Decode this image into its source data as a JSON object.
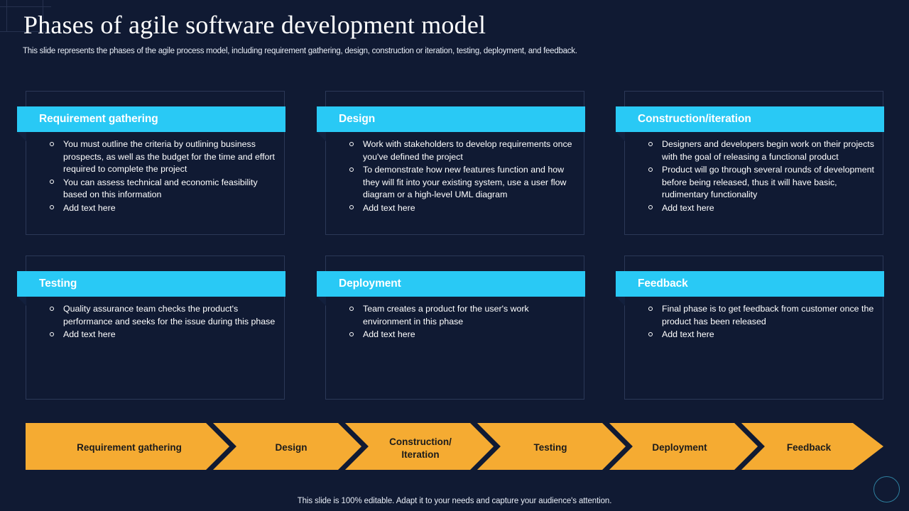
{
  "header": {
    "title": "Phases of agile software development model",
    "subtitle": "This slide represents the phases of the agile process model, including requirement gathering, design, construction or iteration, testing, deployment, and feedback."
  },
  "colors": {
    "background": "#101a33",
    "banner": "#29c9f5",
    "chevron": "#f5ab32",
    "chevron_text": "#1b1b1b",
    "card_border": "#2b3857",
    "text": "#ffffff",
    "accent_circle": "#2e7f9e"
  },
  "cards": [
    {
      "title": "Requirement gathering",
      "bullets": [
        "You must outline the criteria by outlining business prospects, as well as the budget for the time and effort required to complete the project",
        "You can assess technical and economic feasibility based on this information",
        "Add text here"
      ]
    },
    {
      "title": "Design",
      "bullets": [
        "Work with stakeholders to develop requirements once you've defined the project",
        "To demonstrate how new features function and how they will fit into your existing system, use a user flow diagram or a high-level UML diagram",
        "Add text here"
      ]
    },
    {
      "title": "Construction/iteration",
      "bullets": [
        "Designers and developers begin work on their projects with the goal of releasing a functional product",
        "Product will go through several rounds of development before being released, thus it will have basic, rudimentary functionality",
        "Add text here"
      ]
    },
    {
      "title": "Testing",
      "bullets": [
        "Quality assurance team checks the product's performance and seeks for the issue during this phase",
        "Add text here"
      ]
    },
    {
      "title": "Deployment",
      "bullets": [
        "Team creates a product for the user's work environment in this phase",
        "Add text here"
      ]
    },
    {
      "title": "Feedback",
      "bullets": [
        "Final phase is to get feedback from customer once the product has been released",
        "Add text here"
      ]
    }
  ],
  "process_bar": {
    "steps": [
      {
        "line1": "Requirement gathering",
        "line2": ""
      },
      {
        "line1": "Design",
        "line2": ""
      },
      {
        "line1": "Construction/",
        "line2": "Iteration"
      },
      {
        "line1": "Testing",
        "line2": ""
      },
      {
        "line1": "Deployment",
        "line2": ""
      },
      {
        "line1": "Feedback",
        "line2": ""
      }
    ]
  },
  "footer": {
    "note": "This slide is 100% editable. Adapt it to your needs and capture your audience's attention."
  }
}
